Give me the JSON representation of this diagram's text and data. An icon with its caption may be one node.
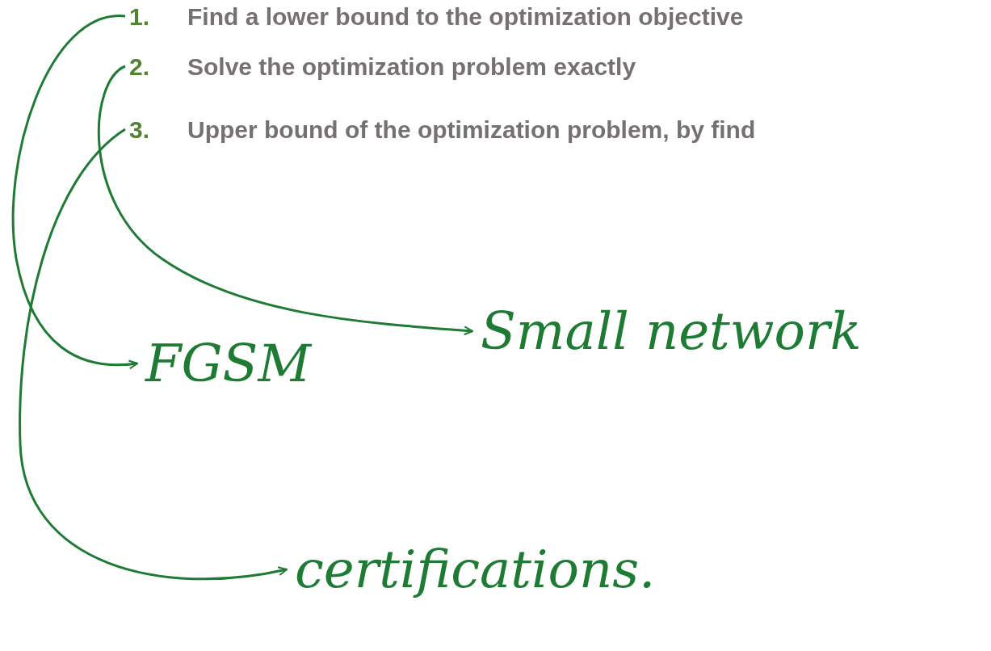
{
  "diagram": {
    "nodes": [
      {
        "text": [
          "1.",
          "Find a lower bound to the optimization objective"
        ]
      },
      {
        "text": [
          "2.",
          "Solve the optimization problem exactly"
        ]
      },
      {
        "text": [
          "3.",
          "Upper bound of the optimization problem, by find"
        ]
      },
      {
        "text": [
          "FGSM"
        ]
      },
      {
        "text": [
          "Small network"
        ]
      },
      {
        "text": [
          "certifications."
        ]
      }
    ],
    "edges": [
      {
        "from": 0,
        "to": 3,
        "arrow": "to"
      },
      {
        "from": 1,
        "to": 4,
        "arrow": "to"
      },
      {
        "from": 2,
        "to": 5,
        "arrow": "to"
      }
    ]
  }
}
